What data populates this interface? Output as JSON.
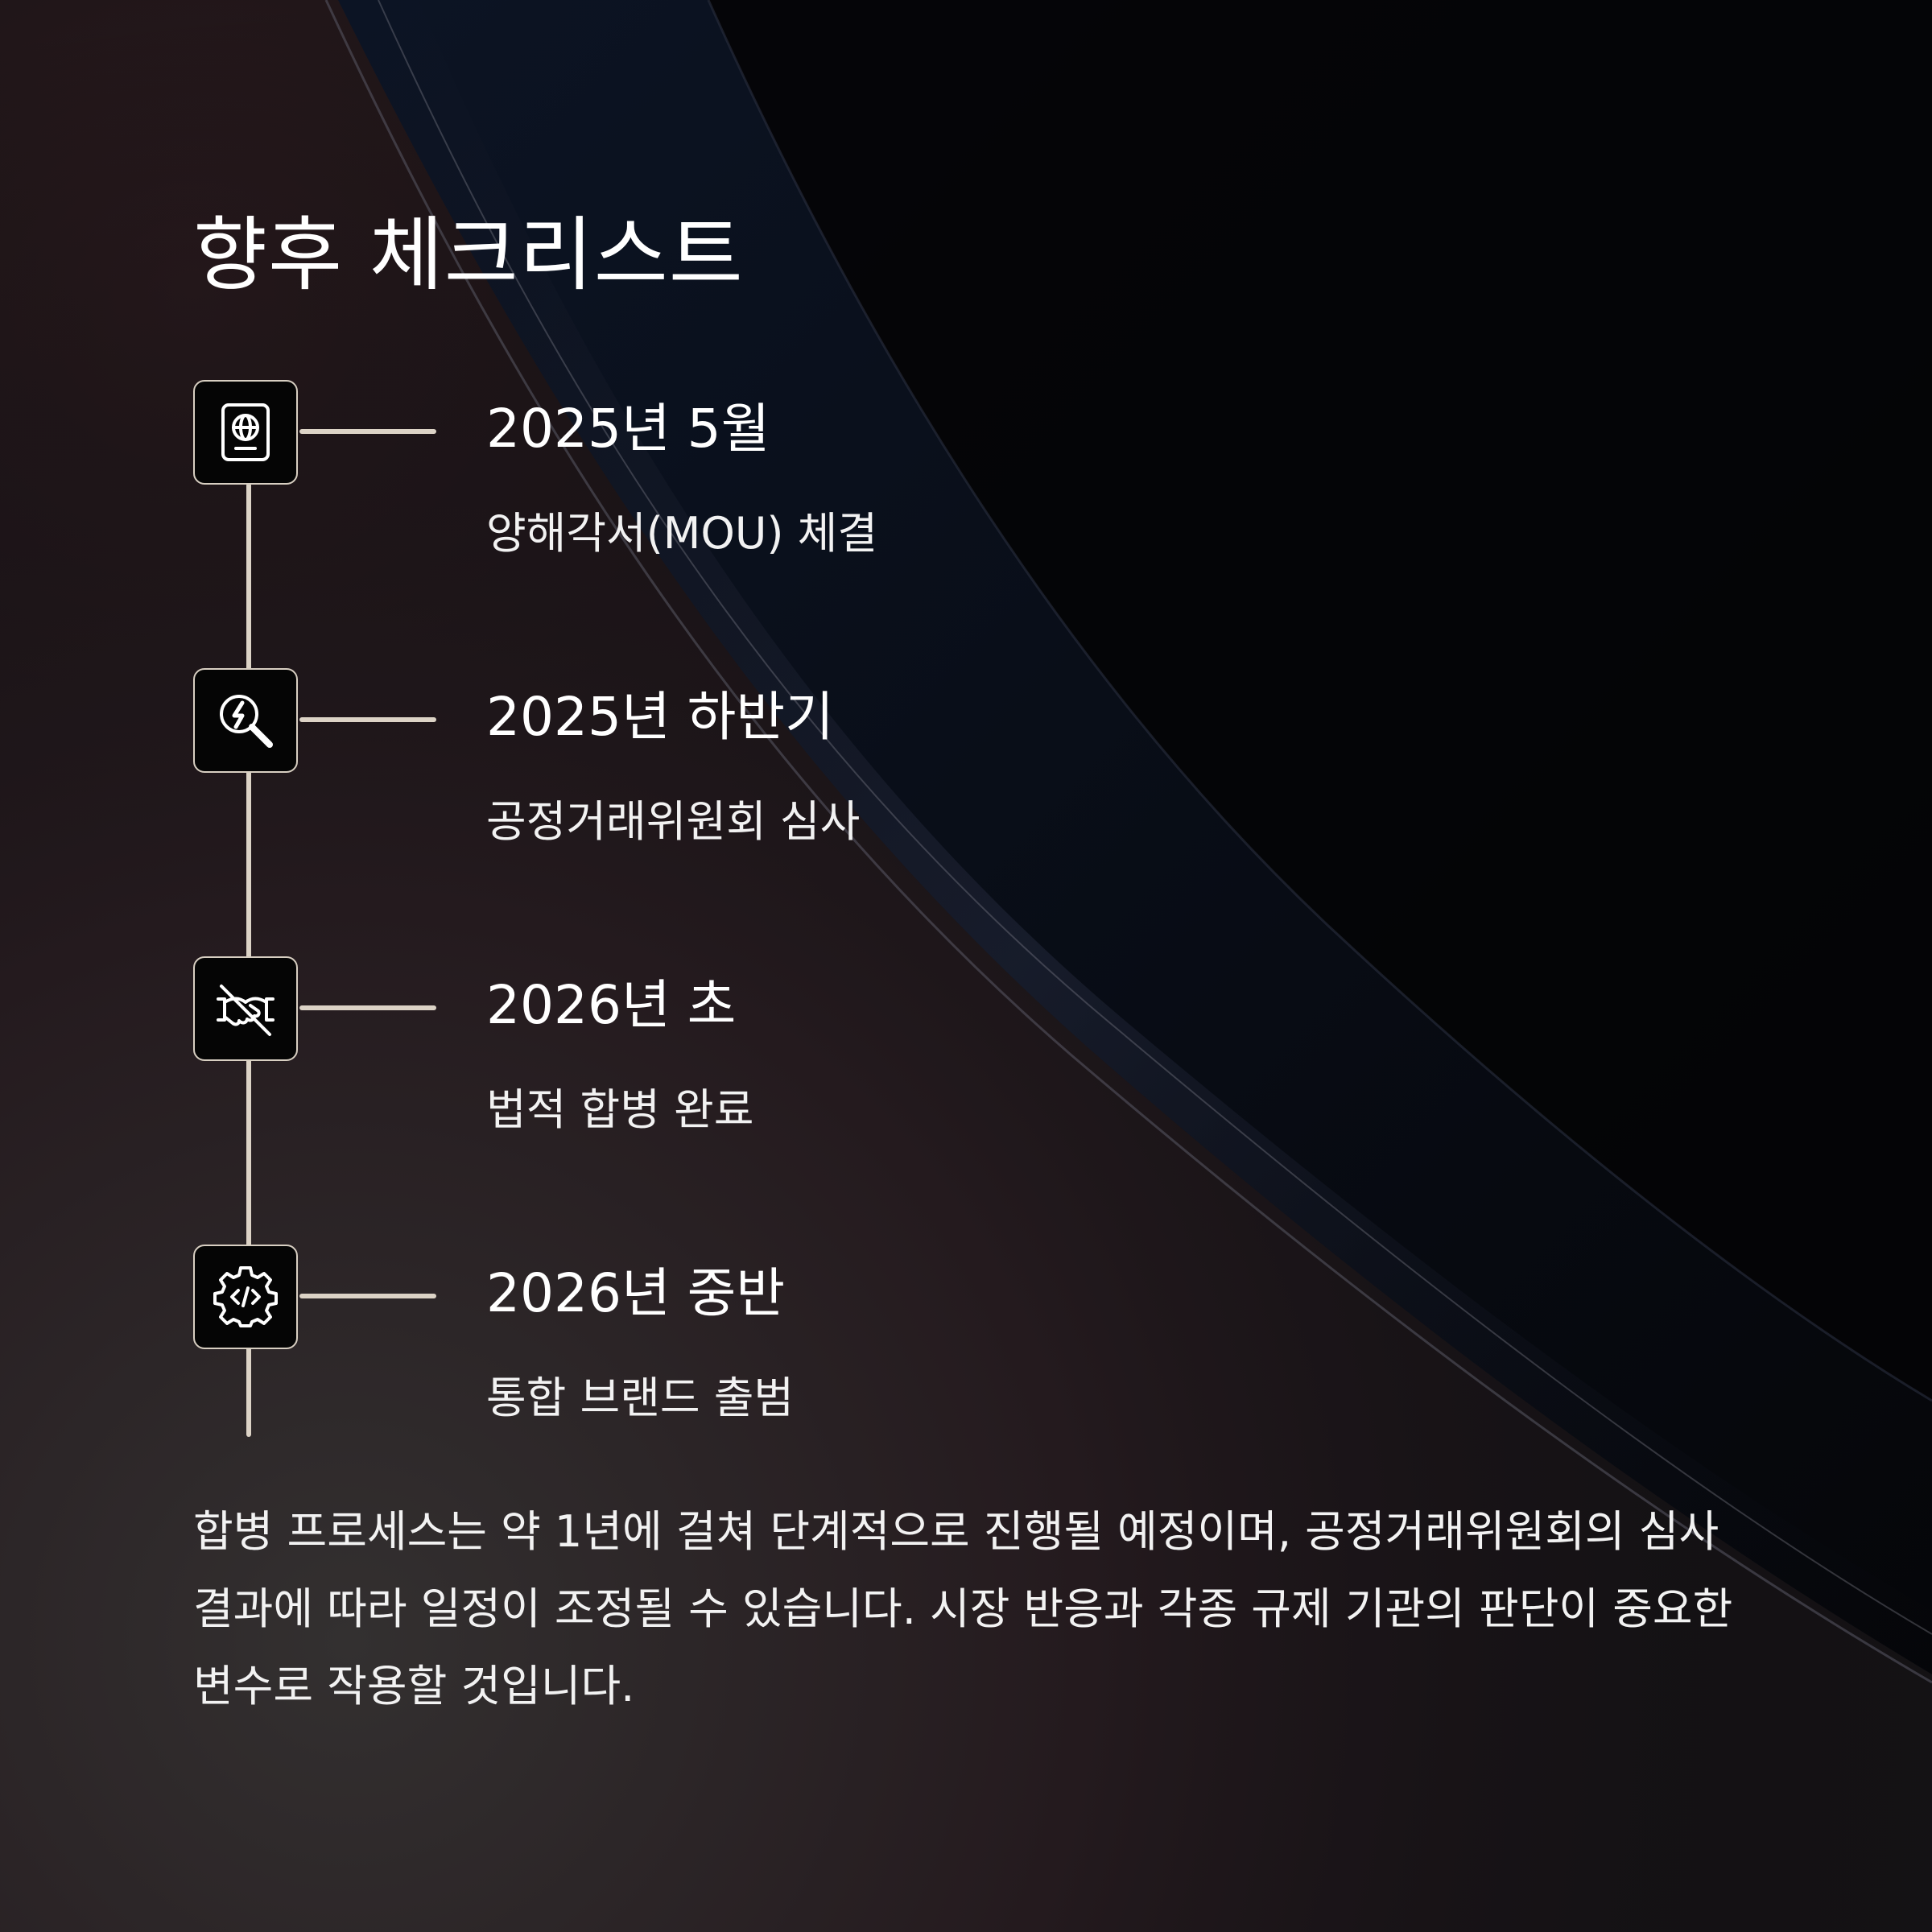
{
  "page": {
    "title": "향후 체크리스트"
  },
  "timeline": {
    "items": [
      {
        "date": "2025년 5월",
        "description": "양해각서(MOU) 체결",
        "icon": "passport-globe-icon"
      },
      {
        "date": "2025년 하반기",
        "description": "공정거래위원회 심사",
        "icon": "search-lightning-icon"
      },
      {
        "date": "2026년 초",
        "description": "법적 합병 완료",
        "icon": "handshake-crossed-icon"
      },
      {
        "date": "2026년 중반",
        "description": "통합 브랜드 출범",
        "icon": "gear-code-icon"
      }
    ]
  },
  "footer": {
    "text": "합병 프로세스는 약 1년에 걸쳐 단계적으로 진행될 예정이며, 공정거래위원회의 심사 결과에 따라 일정이 조정될 수 있습니다. 시장 반응과 각종 규제 기관의 판단이 중요한 변수로 작용할 것입니다."
  },
  "colors": {
    "background": "#0b0b0e",
    "accent_line": "#dcd3c6",
    "text": "#ffffff"
  }
}
